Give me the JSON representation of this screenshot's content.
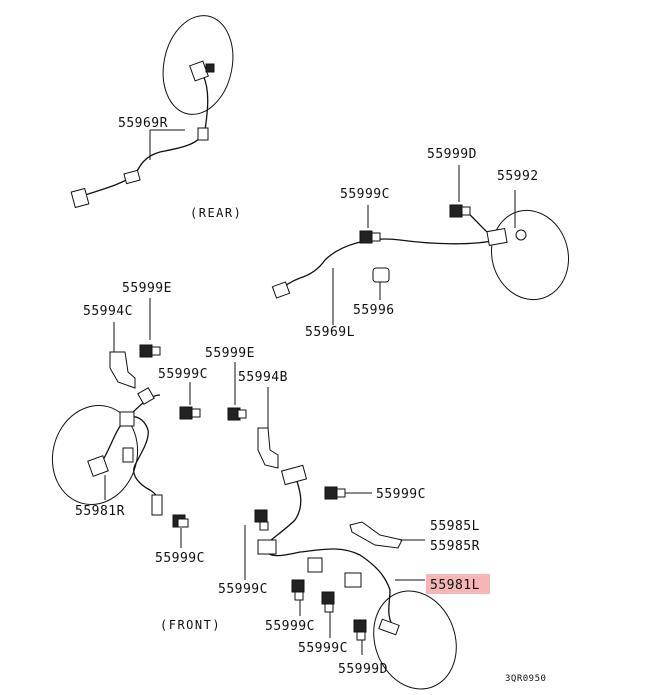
{
  "labels": {
    "55969R": "55969R",
    "rear": "(REAR)",
    "55999D_top": "55999D",
    "55992": "55992",
    "55999C_top": "55999C",
    "55996": "55996",
    "55969L": "55969L",
    "55999E_left": "55999E",
    "55994C": "55994C",
    "55999E_mid": "55999E",
    "55999C_leftmid": "55999C",
    "55994B": "55994B",
    "55999C_right": "55999C",
    "55981R": "55981R",
    "55985L": "55985L",
    "55985R": "55985R",
    "55999C_leftbot": "55999C",
    "55999C_mid": "55999C",
    "55981L": "55981L",
    "front": "(FRONT)",
    "55999C_bot1": "55999C",
    "55999C_bot2": "55999C",
    "55999D_bot": "55999D",
    "ref_code": "3QR0950"
  },
  "colors": {
    "highlight": "#f4b6b6",
    "line": "#111111",
    "background": "#ffffff"
  }
}
